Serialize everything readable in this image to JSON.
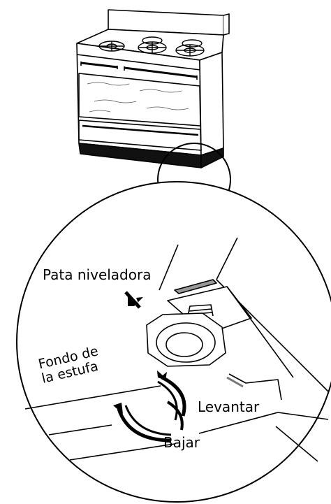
{
  "labels": {
    "leveling_leg": "Pata niveladora",
    "stove_bottom_line1": "Fondo de",
    "stove_bottom_line2": "la estufa",
    "raise": "Levantar",
    "lower": "Bajar"
  },
  "colors": {
    "stroke": "#000000",
    "background": "#ffffff",
    "base_shadow": "#111111"
  }
}
